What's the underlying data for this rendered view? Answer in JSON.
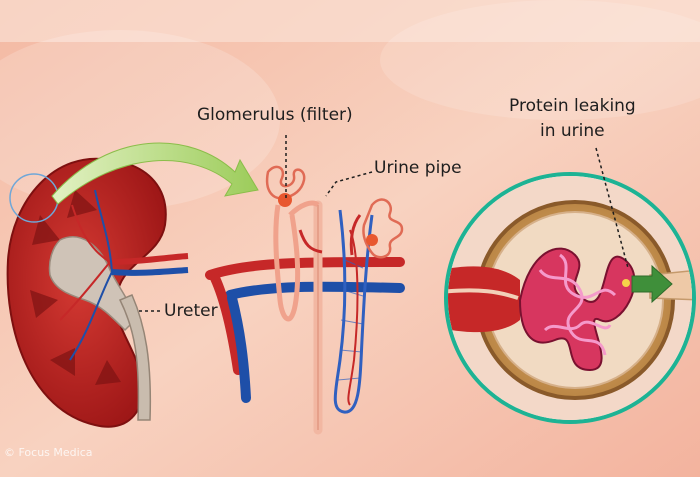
{
  "labels": {
    "glomerulus": "Glomerulus (filter)",
    "urine_pipe": "Urine pipe",
    "ureter": "Ureter",
    "protein_line1": "Protein leaking",
    "protein_line2": "in urine"
  },
  "credit": "© Focus Medica",
  "colors": {
    "background": "#f6c4ae",
    "kidney": "#b71c1c",
    "artery": "#c62828",
    "vein": "#1e4fa8",
    "ring": "#1db394",
    "arrow_callout": "#a8d36b",
    "leak_arrow": "#3f8f3a"
  }
}
